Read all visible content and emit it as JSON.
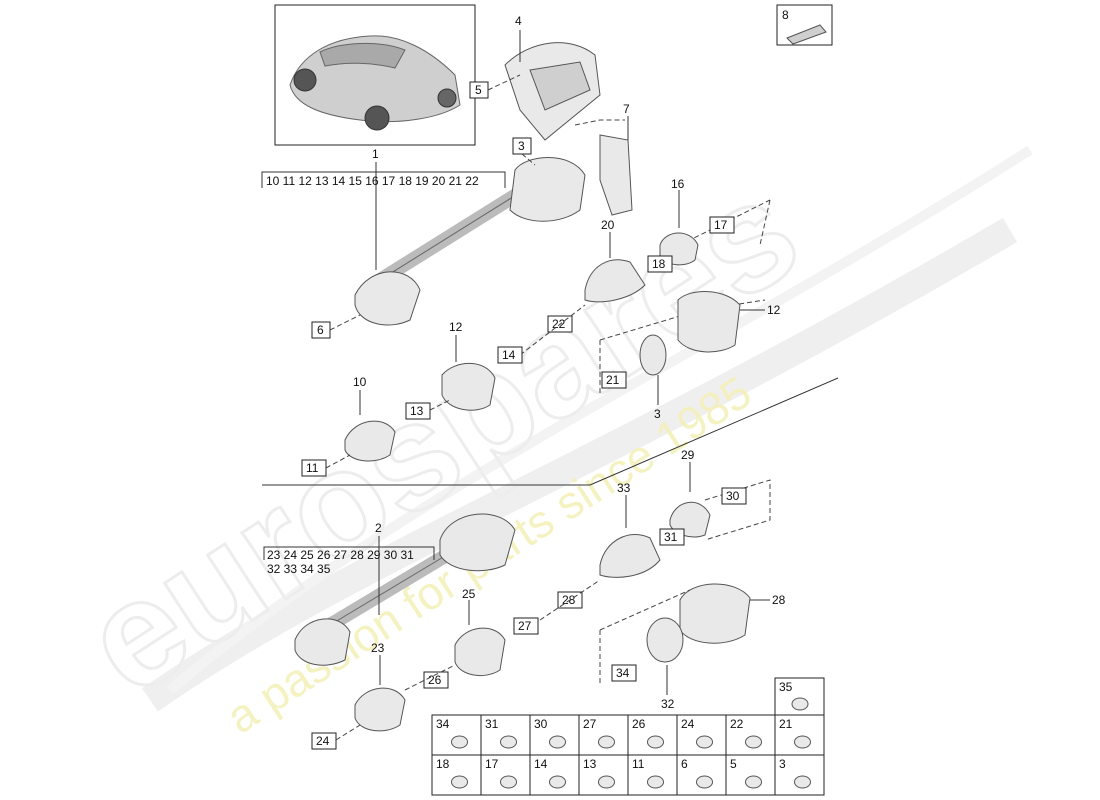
{
  "watermark": {
    "brand": "eurospares",
    "tagline": "a passion for parts since 1985"
  },
  "upper_section": {
    "assembly_number": "1",
    "assembly_contents": [
      "10 11 12 13 14 15 16 17 18 19 20 21 22"
    ],
    "callouts": [
      {
        "id": "c4",
        "text": "4"
      },
      {
        "id": "c5",
        "text": "5"
      },
      {
        "id": "c3",
        "text": "3"
      },
      {
        "id": "c7",
        "text": "7"
      },
      {
        "id": "c6",
        "text": "6"
      },
      {
        "id": "c16",
        "text": "16"
      },
      {
        "id": "c17",
        "text": "17"
      },
      {
        "id": "c18",
        "text": "18"
      },
      {
        "id": "c20",
        "text": "20"
      },
      {
        "id": "c22",
        "text": "22"
      },
      {
        "id": "c14",
        "text": "14"
      },
      {
        "id": "c12a",
        "text": "12"
      },
      {
        "id": "c12b",
        "text": "12"
      },
      {
        "id": "c10",
        "text": "10"
      },
      {
        "id": "c13",
        "text": "13"
      },
      {
        "id": "c11",
        "text": "11"
      },
      {
        "id": "c21",
        "text": "21"
      },
      {
        "id": "c3b",
        "text": "3"
      },
      {
        "id": "c8",
        "text": "8"
      }
    ]
  },
  "lower_section": {
    "assembly_number": "2",
    "assembly_contents": [
      "23 24 25 26 27 28 29 30 31",
      "32 33 34 35"
    ],
    "callouts": [
      {
        "id": "c29",
        "text": "29"
      },
      {
        "id": "c30",
        "text": "30"
      },
      {
        "id": "c31",
        "text": "31"
      },
      {
        "id": "c33",
        "text": "33"
      },
      {
        "id": "c28a",
        "text": "28"
      },
      {
        "id": "c28b",
        "text": "28"
      },
      {
        "id": "c27",
        "text": "27"
      },
      {
        "id": "c25",
        "text": "25"
      },
      {
        "id": "c26",
        "text": "26"
      },
      {
        "id": "c23",
        "text": "23"
      },
      {
        "id": "c24",
        "text": "24"
      },
      {
        "id": "c34",
        "text": "34"
      },
      {
        "id": "c32",
        "text": "32"
      }
    ]
  },
  "parts_table": {
    "extra_cell": "35",
    "row1": [
      "34",
      "31",
      "30",
      "27",
      "26",
      "24",
      "22",
      "21"
    ],
    "row2": [
      "18",
      "17",
      "14",
      "13",
      "11",
      "6",
      "5",
      "3"
    ]
  }
}
